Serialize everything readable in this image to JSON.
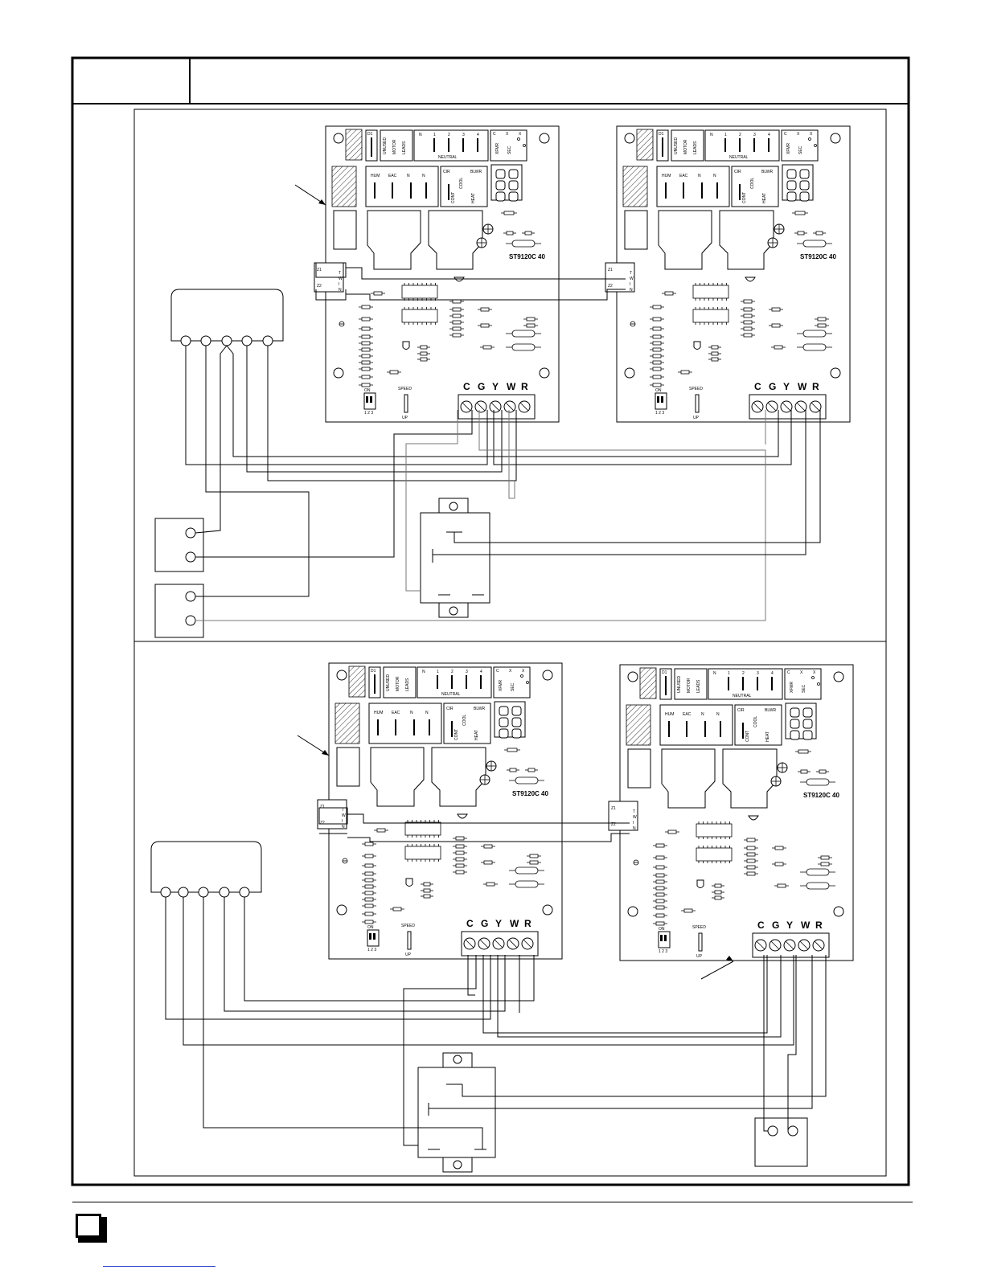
{
  "header": {
    "section_label": "",
    "title": ""
  },
  "board": {
    "top_labels": {
      "d1": "D1",
      "unused": "UNUSED",
      "motor": "MOTOR",
      "leads": "LEADS",
      "n": "N",
      "n1": "1",
      "n2": "2",
      "n3": "3",
      "n4": "4",
      "neutral": "NEUTRAL",
      "c": "C",
      "x1": "X",
      "x2": "X",
      "xfmr": "XFMR",
      "sec": "SEC"
    },
    "mid_labels": {
      "hum": "HUM",
      "eac": "EAC",
      "n1": "N",
      "n2": "N",
      "cir": "CIR",
      "cool": "COOL",
      "blwr": "BLWR",
      "cont": "CONT",
      "heat": "HEAT"
    },
    "model": "ST9120C 40",
    "twin": {
      "z1": "Z1",
      "z2": "Z2",
      "letters": [
        "T",
        "W",
        "I",
        "N"
      ]
    },
    "dip": {
      "on": "ON",
      "nums": "1 2 3"
    },
    "speed": {
      "label": "SPEED",
      "up": "UP"
    },
    "terminals": [
      "C",
      "G",
      "Y",
      "W",
      "R"
    ]
  },
  "footer": {}
}
